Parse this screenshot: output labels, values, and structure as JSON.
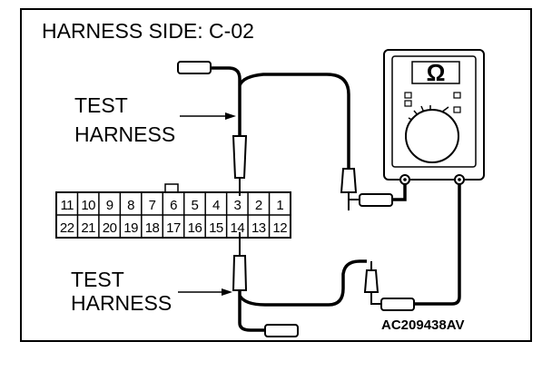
{
  "diagram": {
    "title": "HARNESS SIDE: C-02",
    "label_top": [
      "TEST",
      "HARNESS"
    ],
    "label_bottom": [
      "TEST",
      "HARNESS"
    ],
    "meter_symbol": "Ω",
    "figure_code": "AC209438AV",
    "connector": {
      "top_row": [
        "11",
        "10",
        "9",
        "8",
        "7",
        "6",
        "5",
        "4",
        "3",
        "2",
        "1"
      ],
      "bottom_row": [
        "22",
        "21",
        "20",
        "19",
        "18",
        "17",
        "16",
        "15",
        "14",
        "13",
        "12"
      ]
    }
  }
}
